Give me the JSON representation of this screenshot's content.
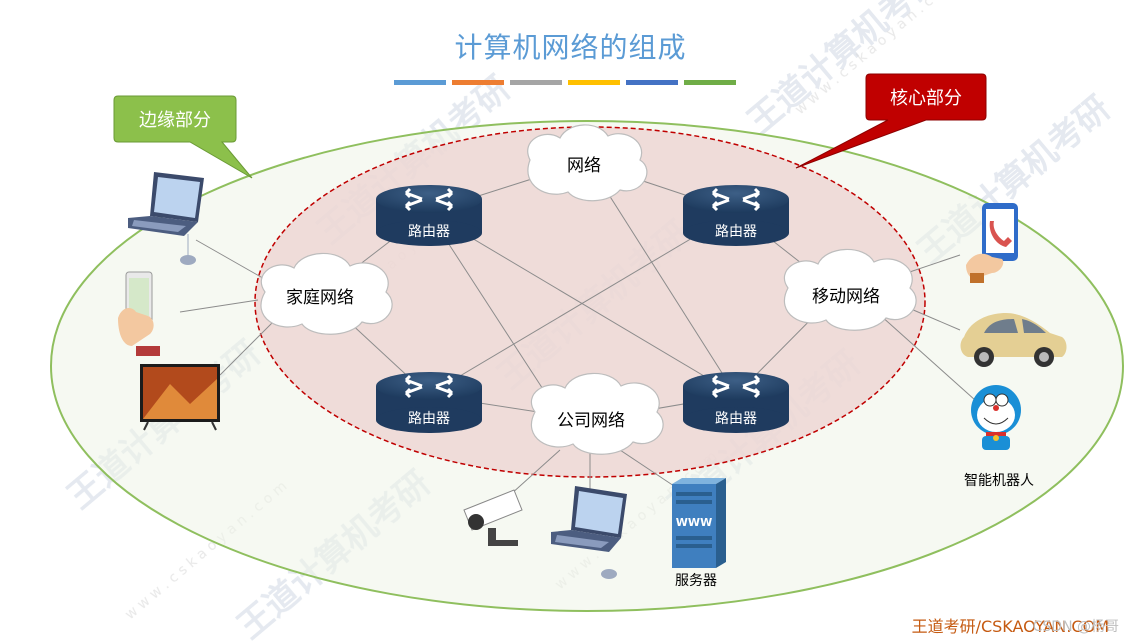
{
  "title": "计算机网络的组成",
  "title_bar_colors": [
    "#5b9bd5",
    "#ed7d31",
    "#a5a5a5",
    "#ffc000",
    "#4472c4",
    "#70ad47"
  ],
  "callouts": {
    "edge": "边缘部分",
    "core": "核心部分"
  },
  "clouds": {
    "top": "网络",
    "home": "家庭网络",
    "mobile": "移动网络",
    "company": "公司网络"
  },
  "routers": {
    "top_left": "路由器",
    "top_right": "路由器",
    "bottom_left": "路由器",
    "bottom_right": "路由器"
  },
  "devices": {
    "server_label": "服务器",
    "server_www": "WWW",
    "robot_label": "智能机器人"
  },
  "watermark": "王道计算机考研",
  "watermark_url": "w w w . c s k a o y a n . c o m",
  "footer": "王道考研/CSKAOYAN.COM",
  "footer_overlay": "CSDN @杨哥"
}
